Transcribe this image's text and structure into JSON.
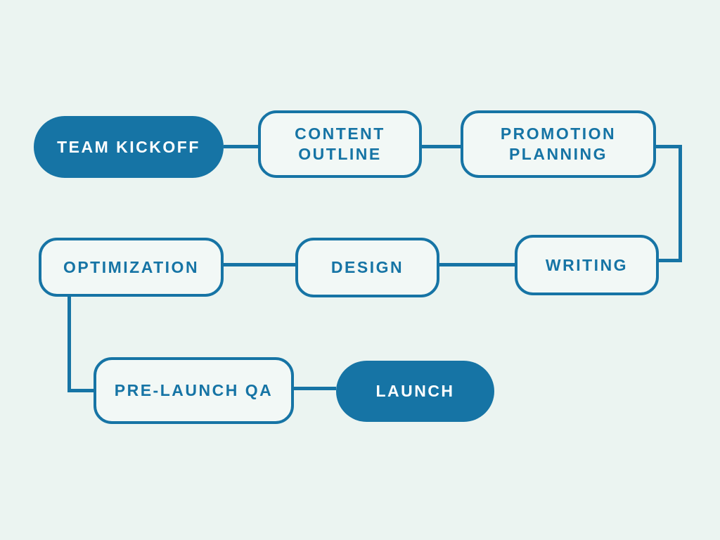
{
  "page": {
    "title": "Content launch workflow flowchart",
    "background_color": "#ebf4f1",
    "accent_color": "#1674a5",
    "node_text_color_filled": "#ffffff"
  },
  "nodes": [
    {
      "id": "team-kickoff",
      "label": "TEAM KICKOFF",
      "type": "pill-filled",
      "row": 1
    },
    {
      "id": "content-outline",
      "label": "CONTENT OUTLINE",
      "type": "box-outline",
      "row": 1
    },
    {
      "id": "promotion-planning",
      "label": "PROMOTION PLANNING",
      "type": "box-outline",
      "row": 1
    },
    {
      "id": "writing",
      "label": "WRITING",
      "type": "box-outline",
      "row": 2
    },
    {
      "id": "design",
      "label": "DESIGN",
      "type": "box-outline",
      "row": 2
    },
    {
      "id": "optimization",
      "label": "OPTIMIZATION",
      "type": "box-outline",
      "row": 2
    },
    {
      "id": "pre-launch-qa",
      "label": "PRE-LAUNCH QA",
      "type": "box-outline",
      "row": 3
    },
    {
      "id": "launch",
      "label": "LAUNCH",
      "type": "pill-filled",
      "row": 3
    }
  ],
  "connections": [
    {
      "from": "team-kickoff",
      "to": "content-outline"
    },
    {
      "from": "content-outline",
      "to": "promotion-planning"
    },
    {
      "from": "promotion-planning",
      "to": "writing"
    },
    {
      "from": "writing",
      "to": "design"
    },
    {
      "from": "design",
      "to": "optimization"
    },
    {
      "from": "optimization",
      "to": "pre-launch-qa"
    },
    {
      "from": "pre-launch-qa",
      "to": "launch"
    }
  ]
}
